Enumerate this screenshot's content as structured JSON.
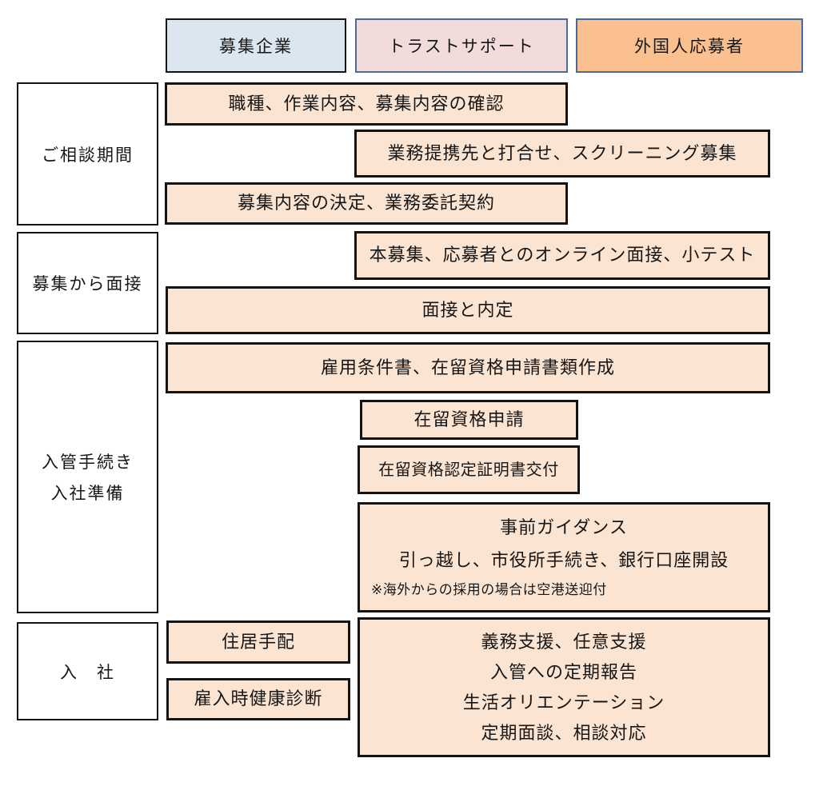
{
  "lane_headers": [
    {
      "id": "company",
      "label": "募集企業"
    },
    {
      "id": "trust-support",
      "label": "トラストサポート"
    },
    {
      "id": "foreign-applicants",
      "label": "外国人応募者"
    }
  ],
  "phases": [
    {
      "label": "ご相談期間"
    },
    {
      "label": "募集から面接"
    },
    {
      "lines": [
        "入管手続き",
        "入社準備"
      ]
    },
    {
      "label": "入　社"
    }
  ],
  "steps": {
    "confirm": "職種、作業内容、募集内容の確認",
    "partner_screening": "業務提携先と打合せ、スクリーニング募集",
    "decide_contract": "募集内容の決定、業務委託契約",
    "recruit_interview_test": "本募集、応募者とのオンライン面接、小テスト",
    "interview_offer": "面接と内定",
    "employment_docs": "雇用条件書、在留資格申請書類作成",
    "visa_application": "在留資格申請",
    "coe_issue": "在留資格認定証明書交付",
    "guidance": {
      "lines": [
        "事前ガイダンス",
        "引っ越し、市役所手続き、銀行口座開設"
      ],
      "note": "※海外からの採用の場合は空港送迎付"
    },
    "housing": "住居手配",
    "health_check": "雇入時健康診断",
    "support": {
      "lines": [
        "義務支援、任意支援",
        "入管への定期報告",
        "生活オリエンテーション",
        "定期面談、相談対応"
      ]
    }
  },
  "colors": {
    "company_header_bg": "#dce6f1",
    "trust_header_bg": "#f1dcdb",
    "applicant_header_bg": "#fac090",
    "blue_border": "#4a6a9a",
    "step_bg": "#fce4d2",
    "box_border": "#141414"
  }
}
